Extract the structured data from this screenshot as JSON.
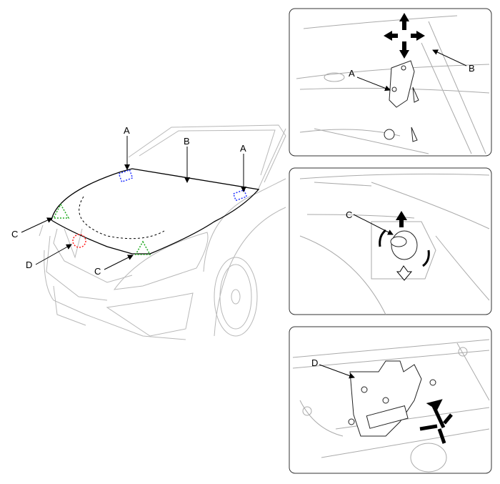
{
  "main_view": {
    "labels": {
      "a_left": "A",
      "b": "B",
      "a_right": "A",
      "c_left": "C",
      "d": "D",
      "c_bottom": "C"
    },
    "marker_colors": {
      "hinge": "#2233ff",
      "bumper": "#22aa22",
      "latch": "#ff2222"
    }
  },
  "detail_hinge": {
    "label_a": "A",
    "label_b": "B"
  },
  "detail_bumper": {
    "label_c": "C"
  },
  "detail_latch": {
    "label_d": "D"
  }
}
